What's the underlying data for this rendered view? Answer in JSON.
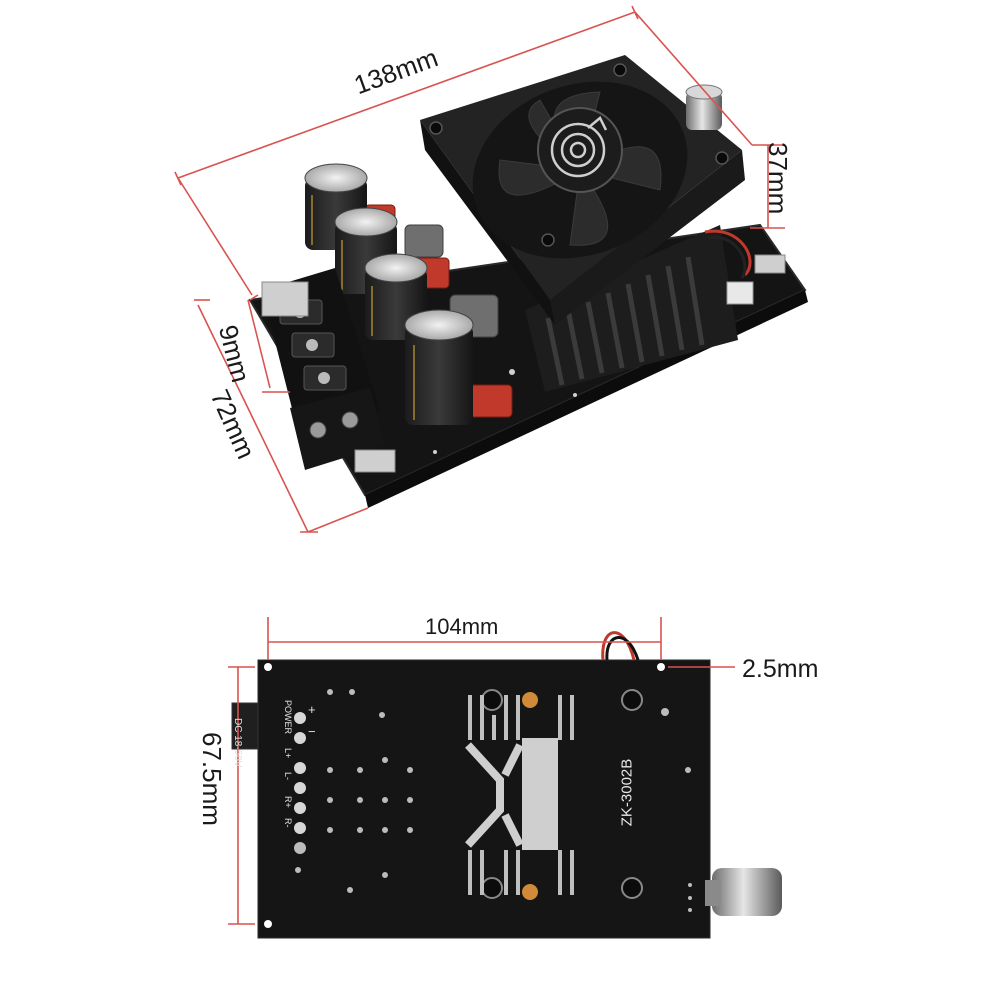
{
  "dimensions": {
    "length": "138mm",
    "height": "37mm",
    "terminal": "9mm",
    "width": "72mm",
    "hole_spacing": "104mm",
    "hole_diameter": "2.5mm",
    "board_width": "67.5mm"
  },
  "silkscreen": {
    "model": "ZK-3002B",
    "input_voltage": "DC 18-50V",
    "power_label": "POWER",
    "plus": "+",
    "minus": "−",
    "l_plus": "L+",
    "l_minus": "L-",
    "r_plus": "R+",
    "r_minus": "R-"
  },
  "colors": {
    "dimension_line": "#d9534f",
    "board": "#151515"
  },
  "icons": [
    "fan-logo-icon"
  ]
}
